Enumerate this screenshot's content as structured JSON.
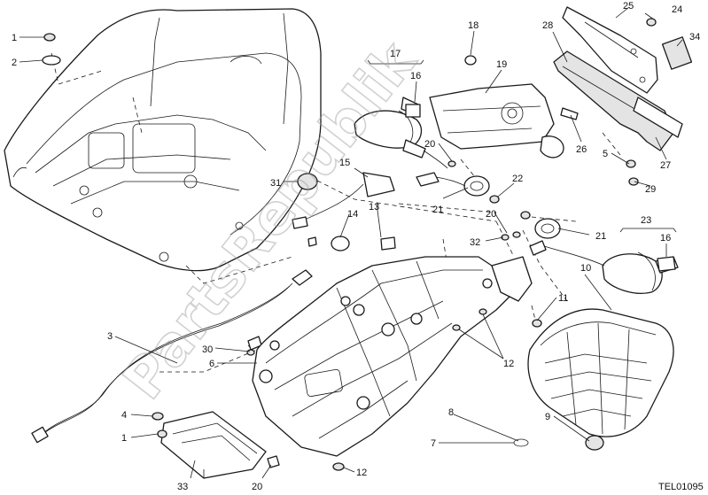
{
  "diagram": {
    "drawing_code": "TEL01095",
    "watermark": "PartsRepublik",
    "callouts": [
      "1",
      "2",
      "3",
      "4",
      "1",
      "5",
      "6",
      "7",
      "8",
      "9",
      "10",
      "11",
      "12",
      "12",
      "13",
      "14",
      "15",
      "16",
      "16",
      "17",
      "18",
      "19",
      "20",
      "20",
      "20",
      "21",
      "21",
      "22",
      "23",
      "24",
      "25",
      "26",
      "27",
      "28",
      "29",
      "30",
      "31",
      "32",
      "33",
      "34"
    ]
  }
}
